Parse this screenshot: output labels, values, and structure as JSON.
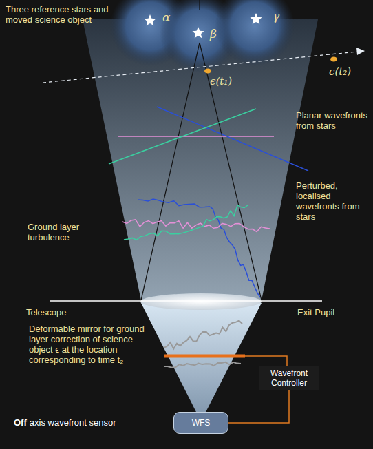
{
  "diagram": {
    "nodes": [
      {
        "text": [
          "Wavefront Controller"
        ]
      },
      {
        "text": [
          "WFS"
        ]
      }
    ],
    "edges": [
      {
        "from": 1,
        "to": 0,
        "arrow": "none"
      }
    ],
    "labels": [
      "Three reference stars and moved science object",
      "α",
      "β",
      "γ",
      "ϵ(t₁)",
      "ϵ(t₂)",
      "Planar wavefronts from stars",
      "Perturbed, localised wavefronts from stars",
      "Ground layer turbulence",
      "Telescope",
      "Exit Pupil",
      "Deformable mirror for ground layer correction of science object ϵ at the location corresponding to time t₂",
      "Off",
      "axis wavefront sensor"
    ]
  }
}
